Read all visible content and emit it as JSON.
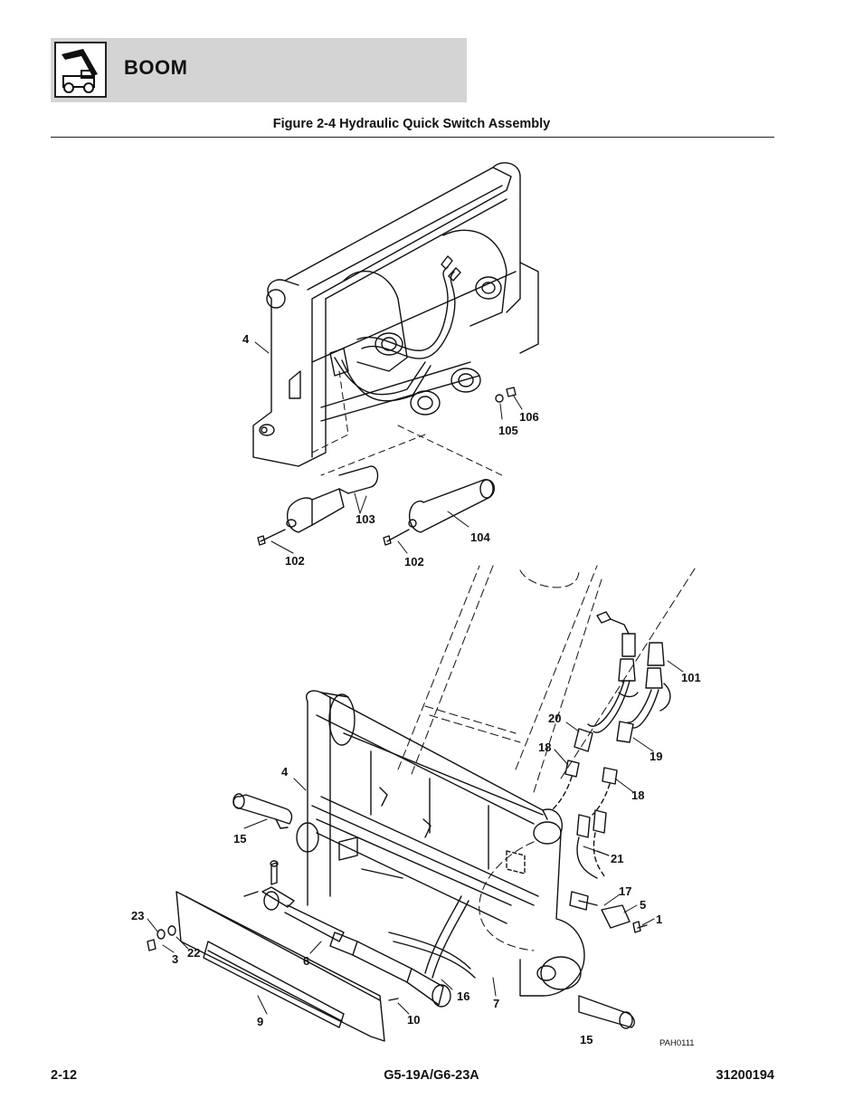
{
  "header": {
    "section": "BOOM",
    "logo_icon": "telehandler-boom-icon"
  },
  "figure": {
    "title": "Figure 2-4 Hydraulic Quick Switch Assembly",
    "drawing_number": "PAH0111",
    "callouts": [
      "4",
      "105",
      "106",
      "103",
      "104",
      "102",
      "102",
      "101",
      "20",
      "19",
      "18",
      "18",
      "4",
      "15",
      "21",
      "17",
      "5",
      "1",
      "23",
      "22",
      "3",
      "6",
      "16",
      "7",
      "9",
      "10",
      "15"
    ]
  },
  "footer": {
    "page": "2-12",
    "model": "G5-19A/G6-23A",
    "doc_number": "31200194"
  }
}
